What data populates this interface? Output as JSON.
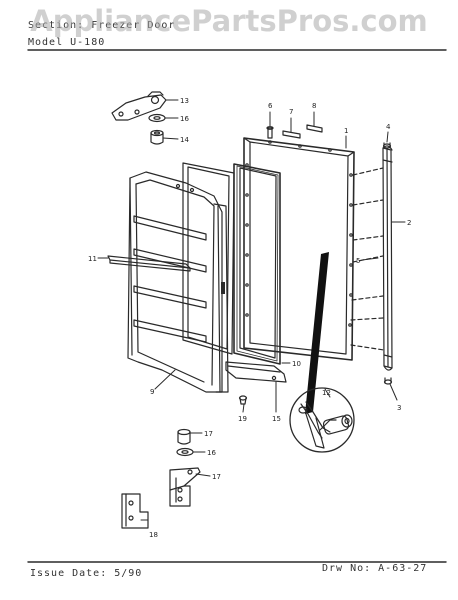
{
  "header": {
    "section_label": "Section:",
    "section_value": "Freezer Door",
    "model_label": "Model",
    "model_value": "U-180"
  },
  "watermark": "AppliancePartsPros.com",
  "footer": {
    "issue_date": "Issue Date: 5/90",
    "drawing_no": "Drw No: A-63-27"
  },
  "callouts": [
    "1",
    "2",
    "3",
    "4",
    "5",
    "6",
    "7",
    "8",
    "9",
    "10",
    "11",
    "12",
    "13",
    "14",
    "15",
    "16",
    "16",
    "17",
    "18",
    "19",
    "20"
  ],
  "colors": {
    "line": "#2a2a2a",
    "watermark": "#aaaaaa"
  }
}
